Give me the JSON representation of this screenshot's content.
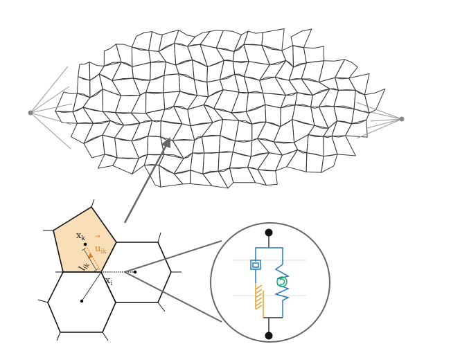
{
  "labels": {
    "xk": "x",
    "xk_sub": "k",
    "xi": "x",
    "xi_sub": "i",
    "uik": "u",
    "uik_sub": "ik",
    "uik_arrow": "→",
    "lik": "l",
    "lik_sub": "ik"
  },
  "colors": {
    "mesh": "#333333",
    "cell_fill": "#f8dfb8",
    "vector": "#e87a1a",
    "spring_blue": "#1f78c8",
    "friction_orange": "#e8a020",
    "rotation_green": "#1aaa6a",
    "connector_gray": "#666666"
  }
}
